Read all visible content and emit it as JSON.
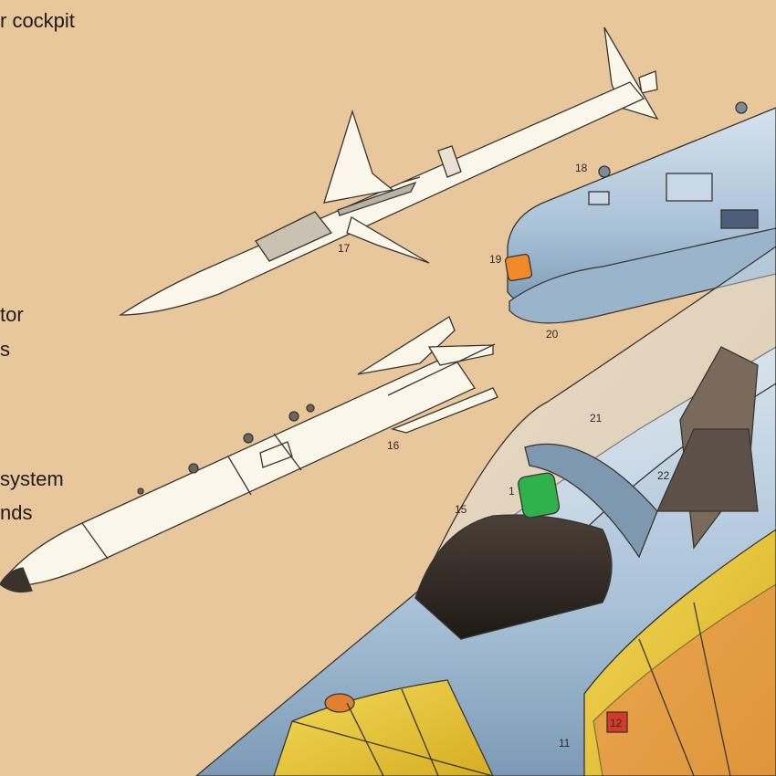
{
  "legend_fragments": [
    "r cockpit",
    "tor",
    "s",
    "system",
    "nds"
  ],
  "callouts": {
    "n17": "17",
    "n16": "16",
    "n18": "18",
    "n19": "19",
    "n20": "20",
    "n21": "21",
    "n22": "22",
    "n15": "15",
    "n1": "1",
    "n11": "11",
    "n12": "12"
  },
  "colors": {
    "paper": "#e9c79c",
    "airframe_blue": "#a8c0d6",
    "missile_white": "#fbf6ea",
    "yellow_frame": "#e7c534",
    "orange_light": "#f08a2a",
    "green_display": "#2fb24a"
  }
}
